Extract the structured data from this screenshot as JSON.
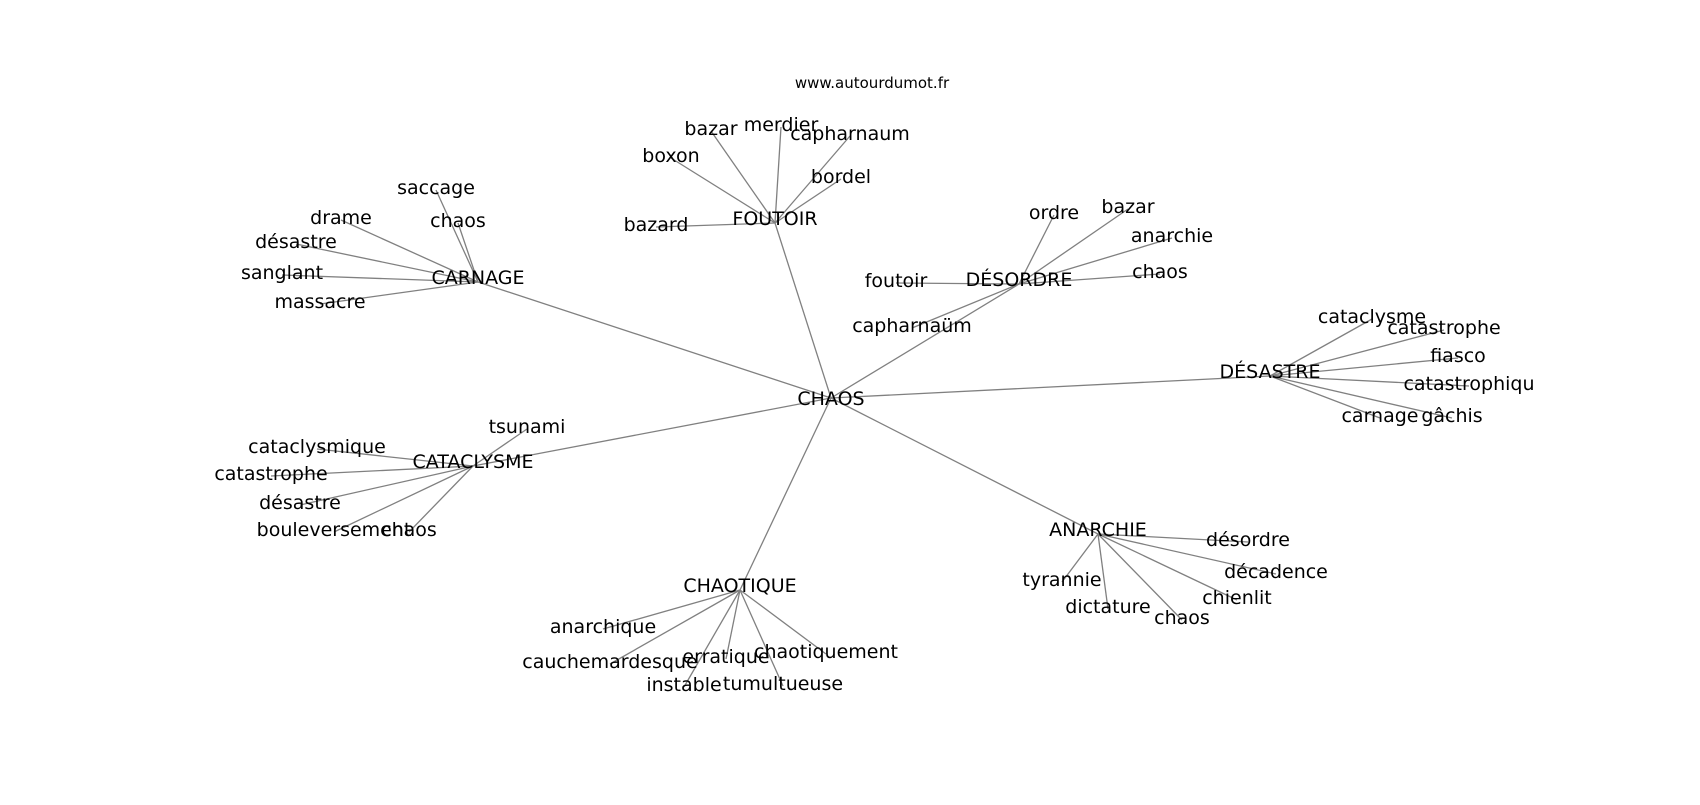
{
  "source": "www.autourdumot.fr",
  "center": "CHAOS",
  "colors": {
    "edge": "#808080",
    "text": "#000000",
    "background": "#ffffff"
  },
  "clusters": [
    {
      "id": "foutoir",
      "label": "FOUTOIR",
      "words": [
        "bazar",
        "merdier",
        "capharnaum",
        "boxon",
        "bordel",
        "bazard"
      ]
    },
    {
      "id": "desordre",
      "label": "DÉSORDRE",
      "words": [
        "ordre",
        "bazar",
        "anarchie",
        "foutoir",
        "chaos",
        "capharnaüm"
      ]
    },
    {
      "id": "carnage",
      "label": "CARNAGE",
      "words": [
        "saccage",
        "drame",
        "chaos",
        "désastre",
        "sanglant",
        "massacre"
      ]
    },
    {
      "id": "desastre",
      "label": "DÉSASTRE",
      "words": [
        "cataclysme",
        "catastrophe",
        "fiasco",
        "catastrophiqu",
        "carnage",
        "gâchis"
      ]
    },
    {
      "id": "cataclysme",
      "label": "CATACLYSME",
      "words": [
        "tsunami",
        "cataclysmique",
        "catastrophe",
        "désastre",
        "bouleversement",
        "chaos"
      ]
    },
    {
      "id": "anarchie",
      "label": "ANARCHIE",
      "words": [
        "désordre",
        "décadence",
        "tyrannie",
        "chienlit",
        "dictature",
        "chaos"
      ]
    },
    {
      "id": "chaotique",
      "label": "CHAOTIQUE",
      "words": [
        "anarchique",
        "cauchemardesque",
        "erratique",
        "chaotiquement",
        "instable",
        "tumultueuse"
      ]
    }
  ]
}
